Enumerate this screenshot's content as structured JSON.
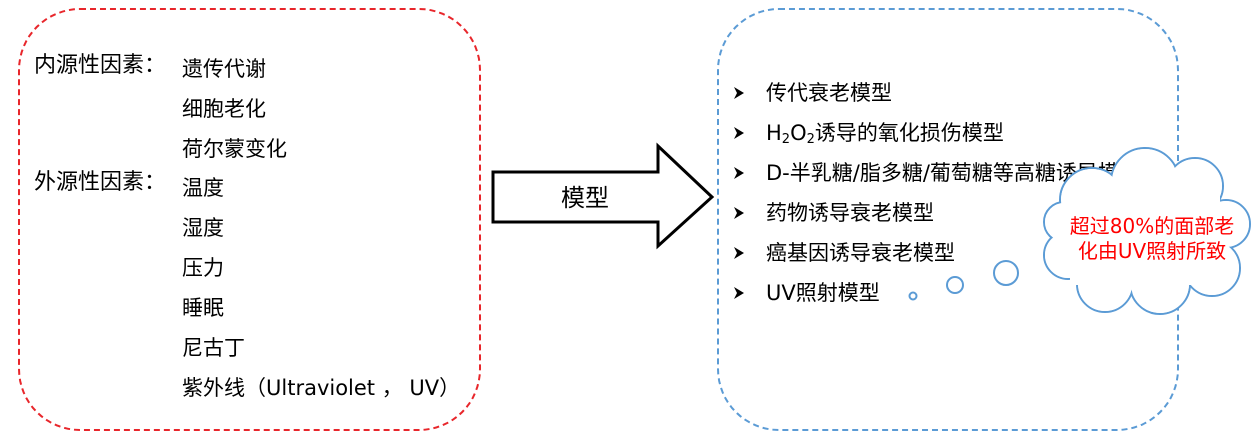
{
  "left": {
    "endogenous_label": "内源性因素：",
    "endogenous_items": [
      "遗传代谢",
      "细胞老化",
      "荷尔蒙变化"
    ],
    "exogenous_label": "外源性因素：",
    "exogenous_items": [
      "温度",
      "湿度",
      "压力",
      "睡眠",
      "尼古丁",
      "紫外线（Ultraviolet ， UV）"
    ]
  },
  "arrow": {
    "label": "模型"
  },
  "right": {
    "models": {
      "m1": "传代衰老模型",
      "m2_h": "H",
      "m2_sub2a": "2",
      "m2_o": "O",
      "m2_sub2b": "2",
      "m2_rest": "诱导的氧化损伤模型",
      "m3": "D-半乳糖/脂多糖/葡萄糖等高糖诱导模型",
      "m4": "药物诱导衰老模型",
      "m5": "癌基因诱导衰老模型",
      "m6": "UV照射模型"
    }
  },
  "callout": {
    "text": "超过80%的面部老\n化由UV照射所致"
  },
  "colors": {
    "left_border": "#e8262b",
    "right_border": "#5b9bd5",
    "callout_text": "#ff0000",
    "cloud_outline": "#5b9bd5"
  }
}
